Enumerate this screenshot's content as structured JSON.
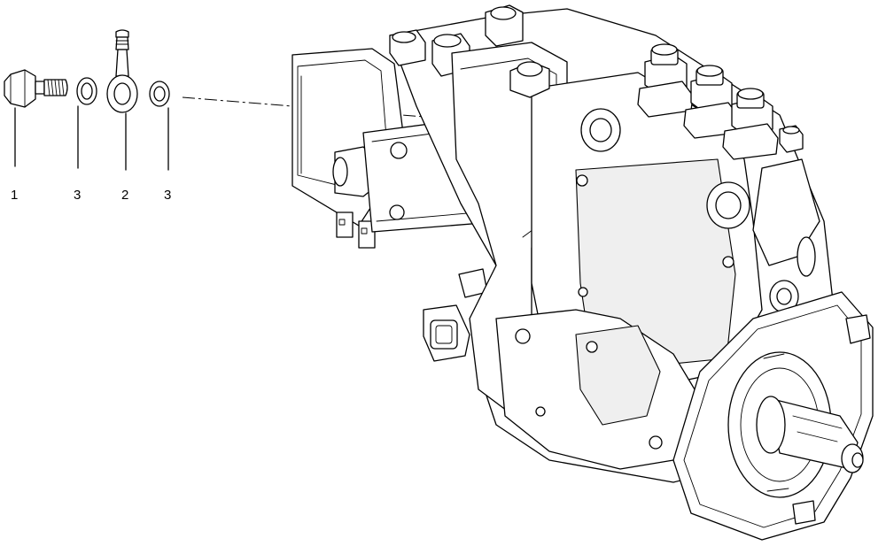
{
  "diagram": {
    "callouts": [
      {
        "id": "callout-1",
        "label": "1"
      },
      {
        "id": "callout-3a",
        "label": "3"
      },
      {
        "id": "callout-2",
        "label": "2"
      },
      {
        "id": "callout-3b",
        "label": "3"
      }
    ],
    "colors": {
      "line": "#000000",
      "background": "#ffffff"
    }
  }
}
